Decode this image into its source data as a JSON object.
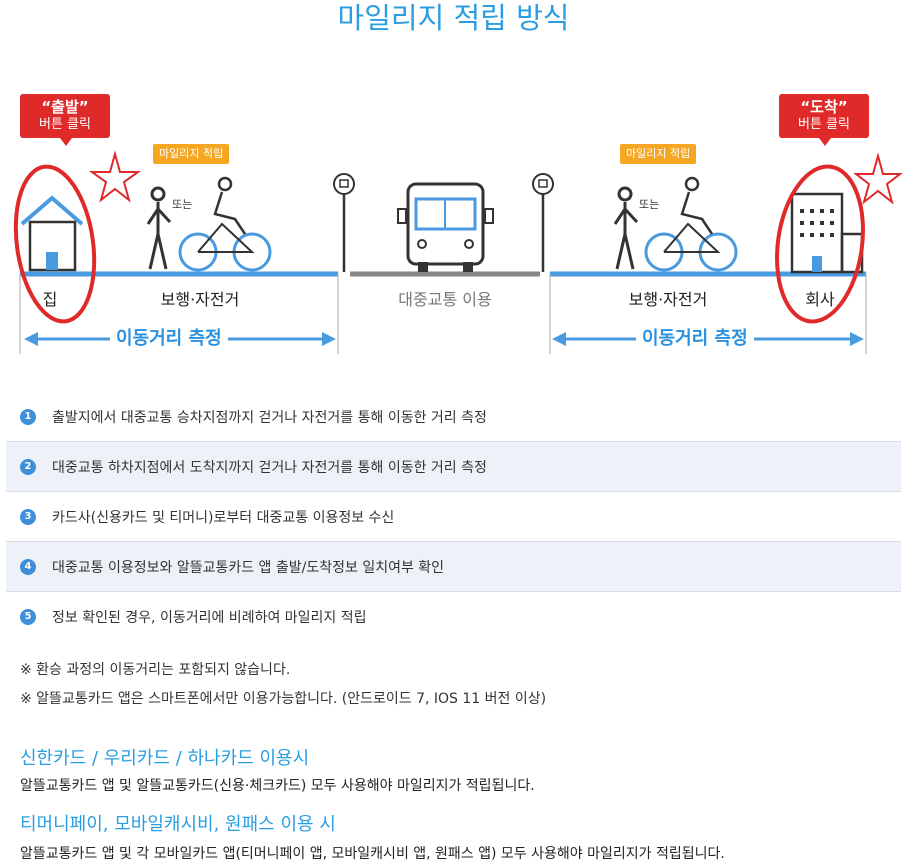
{
  "title": "마일리지 적립 방식",
  "callouts": {
    "start": {
      "quote": "“출발”",
      "sub": "버튼 클릭"
    },
    "end": {
      "quote": "“도착”",
      "sub": "버튼 클릭"
    }
  },
  "tags": {
    "left": "마일리지 적립",
    "right": "마일리지 적립"
  },
  "or_text": "또는",
  "segments": {
    "home": "집",
    "walk_bike_left": "보행·자전거",
    "transit": "대중교통 이용",
    "walk_bike_right": "보행·자전거",
    "company": "회사"
  },
  "measure_left": "이동거리 측정",
  "measure_right": "이동거리 측정",
  "steps": [
    {
      "n": "1",
      "text": "출발지에서 대중교통 승차지점까지 걷거나 자전거를 통해 이동한 거리 측정"
    },
    {
      "n": "2",
      "text": "대중교통 하차지점에서 도착지까지 걷거나 자전거를 통해 이동한 거리 측정"
    },
    {
      "n": "3",
      "text": "카드사(신용카드 및 티머니)로부터 대중교통 이용정보 수신"
    },
    {
      "n": "4",
      "text": "대중교통 이용정보와 알뜰교통카드 앱 출발/도착정보 일치여부 확인"
    },
    {
      "n": "5",
      "text": "정보 확인된 경우, 이동거리에 비례하여 마일리지 적립"
    }
  ],
  "notes": [
    "※ 환승 과정의 이동거리는 포함되지 않습니다.",
    "※ 알뜰교통카드 앱은 스마트폰에서만 이용가능합니다. (안드로이드 7, IOS 11 버전 이상)"
  ],
  "card_sections": [
    {
      "heading": "신한카드 / 우리카드 / 하나카드 이용시",
      "body": "알뜰교통카드 앱 및 알뜰교통카드(신용·체크카드) 모두 사용해야 마일리지가 적립됩니다."
    },
    {
      "heading": "티머니페이, 모바일캐시비, 원패스 이용 시",
      "body": "알뜰교통카드 앱 및 각 모바일카드 앱(티머니페이 앱, 모바일캐시비 앱, 원패스 앱) 모두 사용해야 마일리지가 적립됩니다."
    }
  ],
  "colors": {
    "accent": "#2a9ee0",
    "red": "#e02a2a",
    "tag": "#f5a623",
    "track_blue": "#4a9ae0",
    "track_gray": "#888888"
  }
}
